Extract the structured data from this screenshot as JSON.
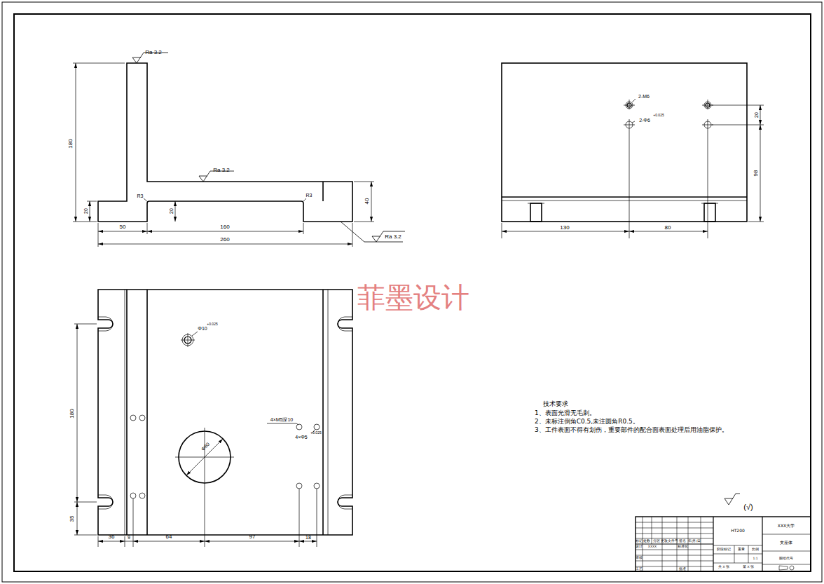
{
  "diagram": {
    "labels": [
      "Ra 3.2",
      "180",
      "20",
      "20",
      "R3",
      "R3",
      "40",
      "Ra 3.2",
      "50",
      "160",
      "260",
      "Ra 3.2",
      "2-M6",
      "2-Φ6",
      "+0.025",
      "20",
      "98",
      "130",
      "80",
      "菲墨设计",
      "Φ10",
      "+0.025",
      "180",
      "4×M5深10",
      "4×Φ5",
      "+0.025",
      "Φ60",
      "35",
      "36",
      "9",
      "64",
      "97",
      "18",
      "技术要求",
      "1、表面光滑无毛刺。",
      "2、未标注倒角C0.5,未注圆角R0.5。",
      "3、工件表面不得有划伤，重要部件的配合面表面处理后用油脂保护。",
      "(√)",
      "HT200",
      "XXX大学",
      "支座体",
      "图纸代号",
      "标记",
      "处数",
      "分区",
      "更改文件号",
      "签名",
      "年/月/日",
      "设计",
      "XXXX",
      "标准化",
      "审核",
      "工艺",
      "批准",
      "阶段标记",
      "重量",
      "比例",
      "1:1",
      "共 X 张",
      "第 X 张"
    ]
  }
}
